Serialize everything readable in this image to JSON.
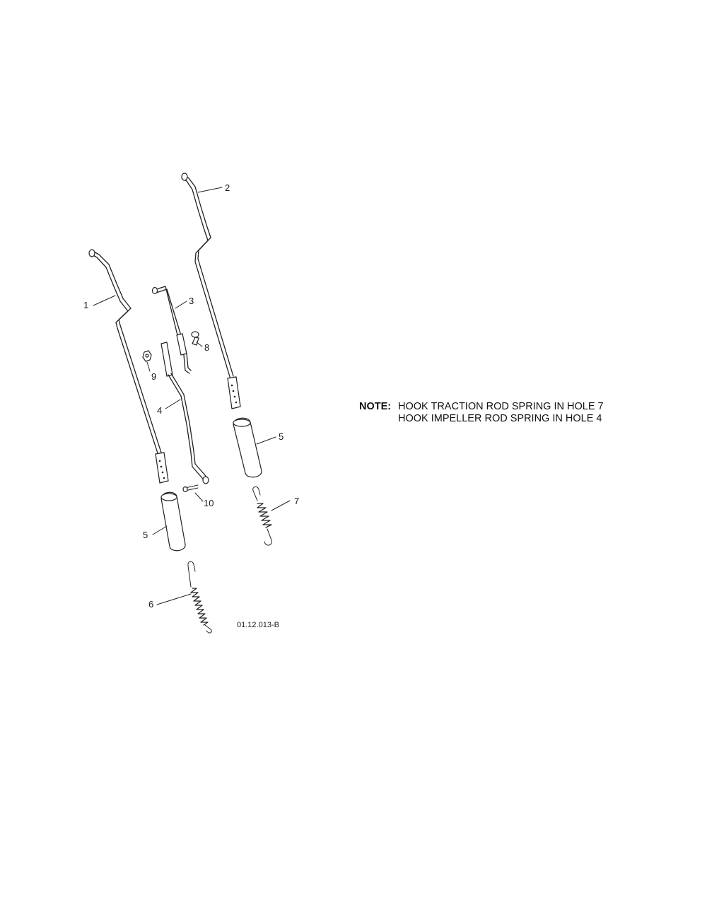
{
  "callouts": [
    "1",
    "2",
    "3",
    "4",
    "5",
    "5",
    "6",
    "7",
    "8",
    "9",
    "10"
  ],
  "note": {
    "label": "NOTE:",
    "line1": "HOOK TRACTION ROD SPRING IN HOLE 7",
    "line2": "HOOK IMPELLER ROD SPRING IN HOLE 4"
  },
  "part_reference": "01.12.013-B"
}
